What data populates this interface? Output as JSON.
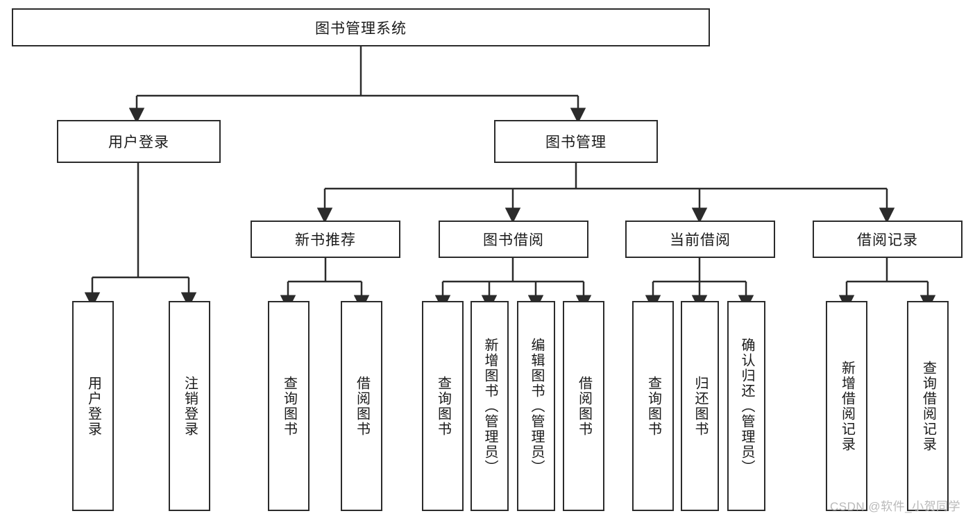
{
  "diagram": {
    "title": "图书管理系统",
    "watermark": "CSDN @软件_小贺同学",
    "colors": {
      "box_border": "#2b2b2b",
      "box_fill": "#ffffff",
      "edge": "#2b2b2b",
      "text": "#1a1a1a",
      "watermark": "#b9b9b9"
    },
    "root": {
      "label": "图书管理系统"
    },
    "level2": [
      {
        "label": "用户登录"
      },
      {
        "label": "图书管理"
      }
    ],
    "level3": [
      {
        "label": "新书推荐"
      },
      {
        "label": "图书借阅"
      },
      {
        "label": "当前借阅"
      },
      {
        "label": "借阅记录"
      }
    ],
    "leaves": {
      "user_login": [
        {
          "label": "用户登录"
        },
        {
          "label": "注销登录"
        }
      ],
      "new_book_recommend": [
        {
          "label": "查询图书"
        },
        {
          "label": "借阅图书"
        }
      ],
      "book_borrow": [
        {
          "label": "查询图书"
        },
        {
          "label": "新增图书（管理员）"
        },
        {
          "label": "编辑图书（管理员）"
        },
        {
          "label": "借阅图书"
        }
      ],
      "current_borrow": [
        {
          "label": "查询图书"
        },
        {
          "label": "归还图书"
        },
        {
          "label": "确认归还（管理员）"
        }
      ],
      "borrow_record": [
        {
          "label": "新增借阅记录"
        },
        {
          "label": "查询借阅记录"
        }
      ]
    }
  }
}
